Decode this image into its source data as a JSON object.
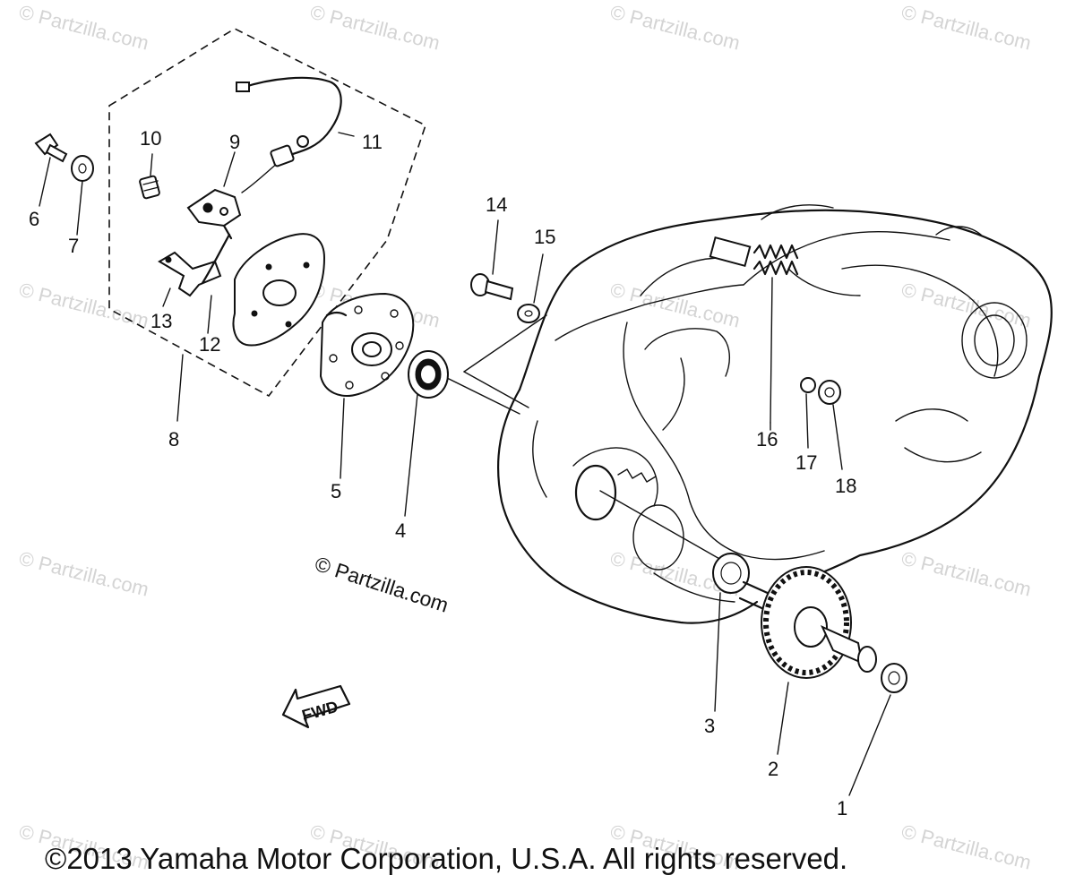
{
  "watermark": {
    "text": "© Partzilla.com",
    "center_text": "© Partzilla.com"
  },
  "callouts": [
    "1",
    "2",
    "3",
    "4",
    "5",
    "6",
    "7",
    "8",
    "9",
    "10",
    "11",
    "12",
    "13",
    "14",
    "15",
    "16",
    "17",
    "18"
  ],
  "fwd_label": "FWD",
  "copyright": "©2013 Yamaha Motor Corporation, U.S.A. All rights reserved."
}
